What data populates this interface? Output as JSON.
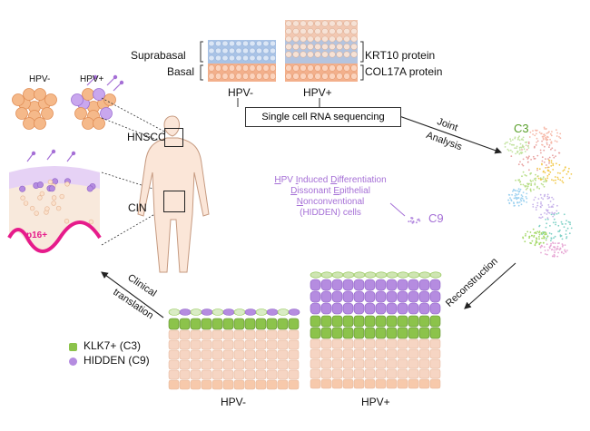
{
  "top_panel": {
    "suprabasal": "Suprabasal",
    "basal": "Basal",
    "hpv_neg": "HPV-",
    "hpv_pos": "HPV+",
    "krt10": "KRT10 protein",
    "col17a": "COL17A protein",
    "scrnaseq": "Single cell RNA sequencing"
  },
  "joint": {
    "line1": "Joint",
    "line2": "Analysis"
  },
  "cluster": {
    "c3": "C3",
    "c9": "C9"
  },
  "hidden": {
    "l1_first": "H",
    "l1_rest": "PV ",
    "l1_i": "I",
    "l1_irest": "nduced ",
    "l1_d": "D",
    "l1_drest": "ifferentiation",
    "l2_d": "D",
    "l2_rest": "issonant ",
    "l2_e": "E",
    "l2_erest": "pithelial",
    "l3_n": "N",
    "l3_rest": "onconventional",
    "l4": "(HIDDEN) cells"
  },
  "left": {
    "hpv_neg": "HPV-",
    "hpv_pos": "HPV+",
    "hnscc": "HNSCC",
    "cin": "CIN",
    "p16": "p16+"
  },
  "reconstruction": "Reconstruction",
  "clinical": {
    "line1": "Clinical",
    "line2": "translation"
  },
  "legend": {
    "klk7": "KLK7+ (C3)",
    "hidden": "HIDDEN (C9)",
    "klk7_color": "#8cc34b",
    "hidden_color": "#b58ce0"
  },
  "bottom": {
    "hpv_neg": "HPV-",
    "hpv_pos": "HPV+"
  },
  "colors": {
    "tissue": "#f6d5c3",
    "basal": "#f3b08c",
    "supra": "#a9c3e6",
    "purple": "#b58ce0",
    "green": "#8cc34b",
    "pink": "#e61b8b"
  }
}
